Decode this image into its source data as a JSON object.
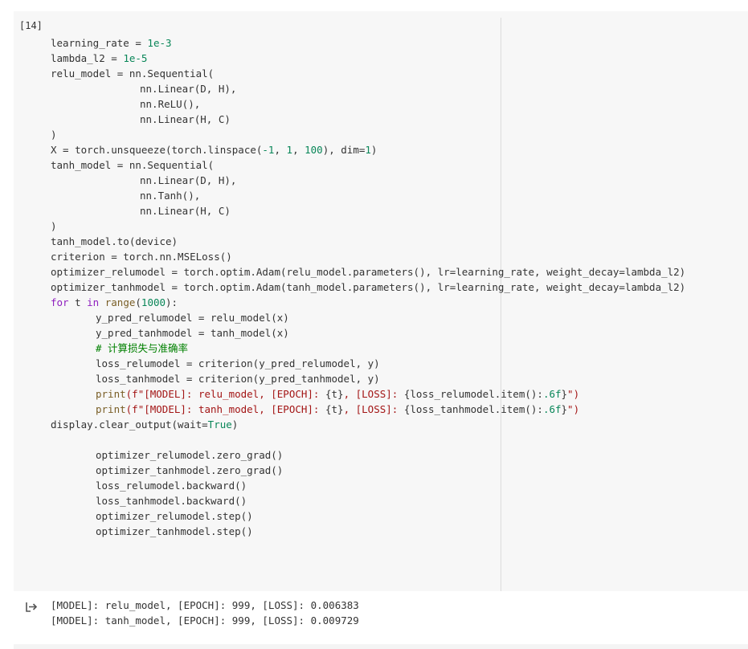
{
  "cell": {
    "execution_count": "[14]",
    "lines": [
      [
        {
          "t": "learning_rate = "
        },
        {
          "t": "1e-3",
          "c": "num"
        }
      ],
      [
        {
          "t": "lambda_l2 = "
        },
        {
          "t": "1e-5",
          "c": "num"
        }
      ],
      [
        {
          "t": "relu_model = nn.Sequential("
        }
      ],
      [
        {
          "t": "nn.Linear(D, H),",
          "ind": 2
        }
      ],
      [
        {
          "t": "nn.ReLU(),",
          "ind": 2
        }
      ],
      [
        {
          "t": "nn.Linear(H, C)",
          "ind": 2
        }
      ],
      [
        {
          "t": ")"
        }
      ],
      [
        {
          "t": "X = torch.unsqueeze(torch.linspace("
        },
        {
          "t": "-1",
          "c": "num"
        },
        {
          "t": ", "
        },
        {
          "t": "1",
          "c": "num"
        },
        {
          "t": ", "
        },
        {
          "t": "100",
          "c": "num"
        },
        {
          "t": "), dim="
        },
        {
          "t": "1",
          "c": "num"
        },
        {
          "t": ")"
        }
      ],
      [
        {
          "t": "tanh_model = nn.Sequential("
        }
      ],
      [
        {
          "t": "nn.Linear(D, H),",
          "ind": 2
        }
      ],
      [
        {
          "t": "nn.Tanh(),",
          "ind": 2
        }
      ],
      [
        {
          "t": "nn.Linear(H, C)",
          "ind": 2
        }
      ],
      [
        {
          "t": ")"
        }
      ],
      [
        {
          "t": "tanh_model.to(device)"
        }
      ],
      [
        {
          "t": "criterion = torch.nn.MSELoss()"
        }
      ],
      [
        {
          "t": "optimizer_relumodel = torch.optim.Adam(relu_model.parameters(), lr=learning_rate, weight_decay=lambda_l2)"
        }
      ],
      [
        {
          "t": "optimizer_tanhmodel = torch.optim.Adam(tanh_model.parameters(), lr=learning_rate, weight_decay=lambda_l2)"
        }
      ],
      [
        {
          "t": "for",
          "c": "kw"
        },
        {
          "t": " t "
        },
        {
          "t": "in",
          "c": "kw"
        },
        {
          "t": " "
        },
        {
          "t": "range",
          "c": "bi"
        },
        {
          "t": "("
        },
        {
          "t": "1000",
          "c": "num"
        },
        {
          "t": "):"
        }
      ],
      [
        {
          "t": "y_pred_relumodel = relu_model(x)",
          "ind": 1
        }
      ],
      [
        {
          "t": "y_pred_tanhmodel = tanh_model(x)",
          "ind": 1
        }
      ],
      [
        {
          "t": "# 计算损失与准确率",
          "c": "cm",
          "ind": 1
        }
      ],
      [
        {
          "t": "loss_relumodel = criterion(y_pred_relumodel, y)",
          "ind": 1
        }
      ],
      [
        {
          "t": "loss_tanhmodel = criterion(y_pred_tanhmodel, y)",
          "ind": 1
        }
      ],
      [
        {
          "t": "print",
          "c": "bi",
          "ind": 1
        },
        {
          "t": "(f\"[MODEL]: relu_model, [EPOCH]: ",
          "c": "str"
        },
        {
          "t": "{t}"
        },
        {
          "t": ", [LOSS]: ",
          "c": "str"
        },
        {
          "t": "{loss_relumodel.item():"
        },
        {
          "t": ".6f",
          "c": "num"
        },
        {
          "t": "}"
        },
        {
          "t": "\")",
          "c": "str"
        }
      ],
      [
        {
          "t": "print",
          "c": "bi",
          "ind": 1
        },
        {
          "t": "(f\"[MODEL]: tanh_model, [EPOCH]: ",
          "c": "str"
        },
        {
          "t": "{t}"
        },
        {
          "t": ", [LOSS]: ",
          "c": "str"
        },
        {
          "t": "{loss_tanhmodel.item():"
        },
        {
          "t": ".6f",
          "c": "num"
        },
        {
          "t": "}"
        },
        {
          "t": "\")",
          "c": "str"
        }
      ],
      [
        {
          "t": "display.clear_output(wait="
        },
        {
          "t": "True",
          "c": "num"
        },
        {
          "t": ")"
        }
      ],
      [
        {
          "t": ""
        }
      ],
      [
        {
          "t": "optimizer_relumodel.zero_grad()",
          "ind": 1
        }
      ],
      [
        {
          "t": "optimizer_tanhmodel.zero_grad()",
          "ind": 1
        }
      ],
      [
        {
          "t": "loss_relumodel.backward()",
          "ind": 1
        }
      ],
      [
        {
          "t": "loss_tanhmodel.backward()",
          "ind": 1
        }
      ],
      [
        {
          "t": "optimizer_relumodel.step()",
          "ind": 1
        }
      ],
      [
        {
          "t": "optimizer_tanhmodel.step()",
          "ind": 1
        }
      ]
    ]
  },
  "output": {
    "icon": "output-arrow-icon",
    "lines": [
      "[MODEL]: relu_model, [EPOCH]: 999, [LOSS]: 0.006383",
      "[MODEL]: tanh_model, [EPOCH]: 999, [LOSS]: 0.009729"
    ]
  },
  "colors": {
    "cell_background": "#f7f7f7",
    "number": "#098658",
    "keyword": "#8f1fbf",
    "builtin": "#795e26",
    "string": "#a31515",
    "comment": "#008000"
  }
}
